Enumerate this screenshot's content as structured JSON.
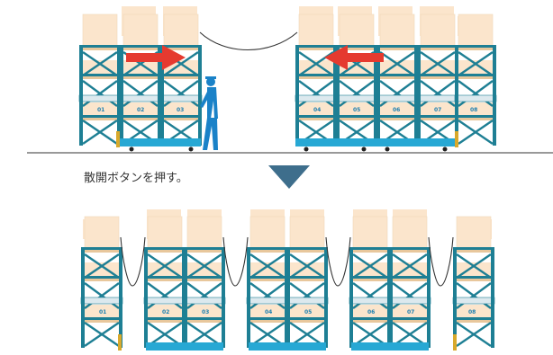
{
  "caption": "散開ボタンを押す。",
  "colors": {
    "frame": "#1e7f94",
    "frame_dark": "#0f5f73",
    "base": "#27a8d4",
    "box": "#fbe5cc",
    "shelf": "#e8c79c",
    "label": "#dce9ee",
    "arrow": "#e53a2f",
    "triangle": "#3e6e8c",
    "worker": "#1a82c8",
    "stopper": "#d8a92c",
    "cable": "#333333"
  },
  "icons": {
    "push_arrow": "arrow-right-red",
    "pull_arrow": "arrow-left-red",
    "step": "triangle-down",
    "operator": "worker-figure"
  },
  "before": {
    "rack_labels": [
      "01",
      "02",
      "03",
      "04",
      "05",
      "06",
      "07",
      "08"
    ]
  },
  "after": {
    "rack_labels": [
      "01",
      "02",
      "03",
      "04",
      "05",
      "06",
      "07",
      "08"
    ]
  }
}
